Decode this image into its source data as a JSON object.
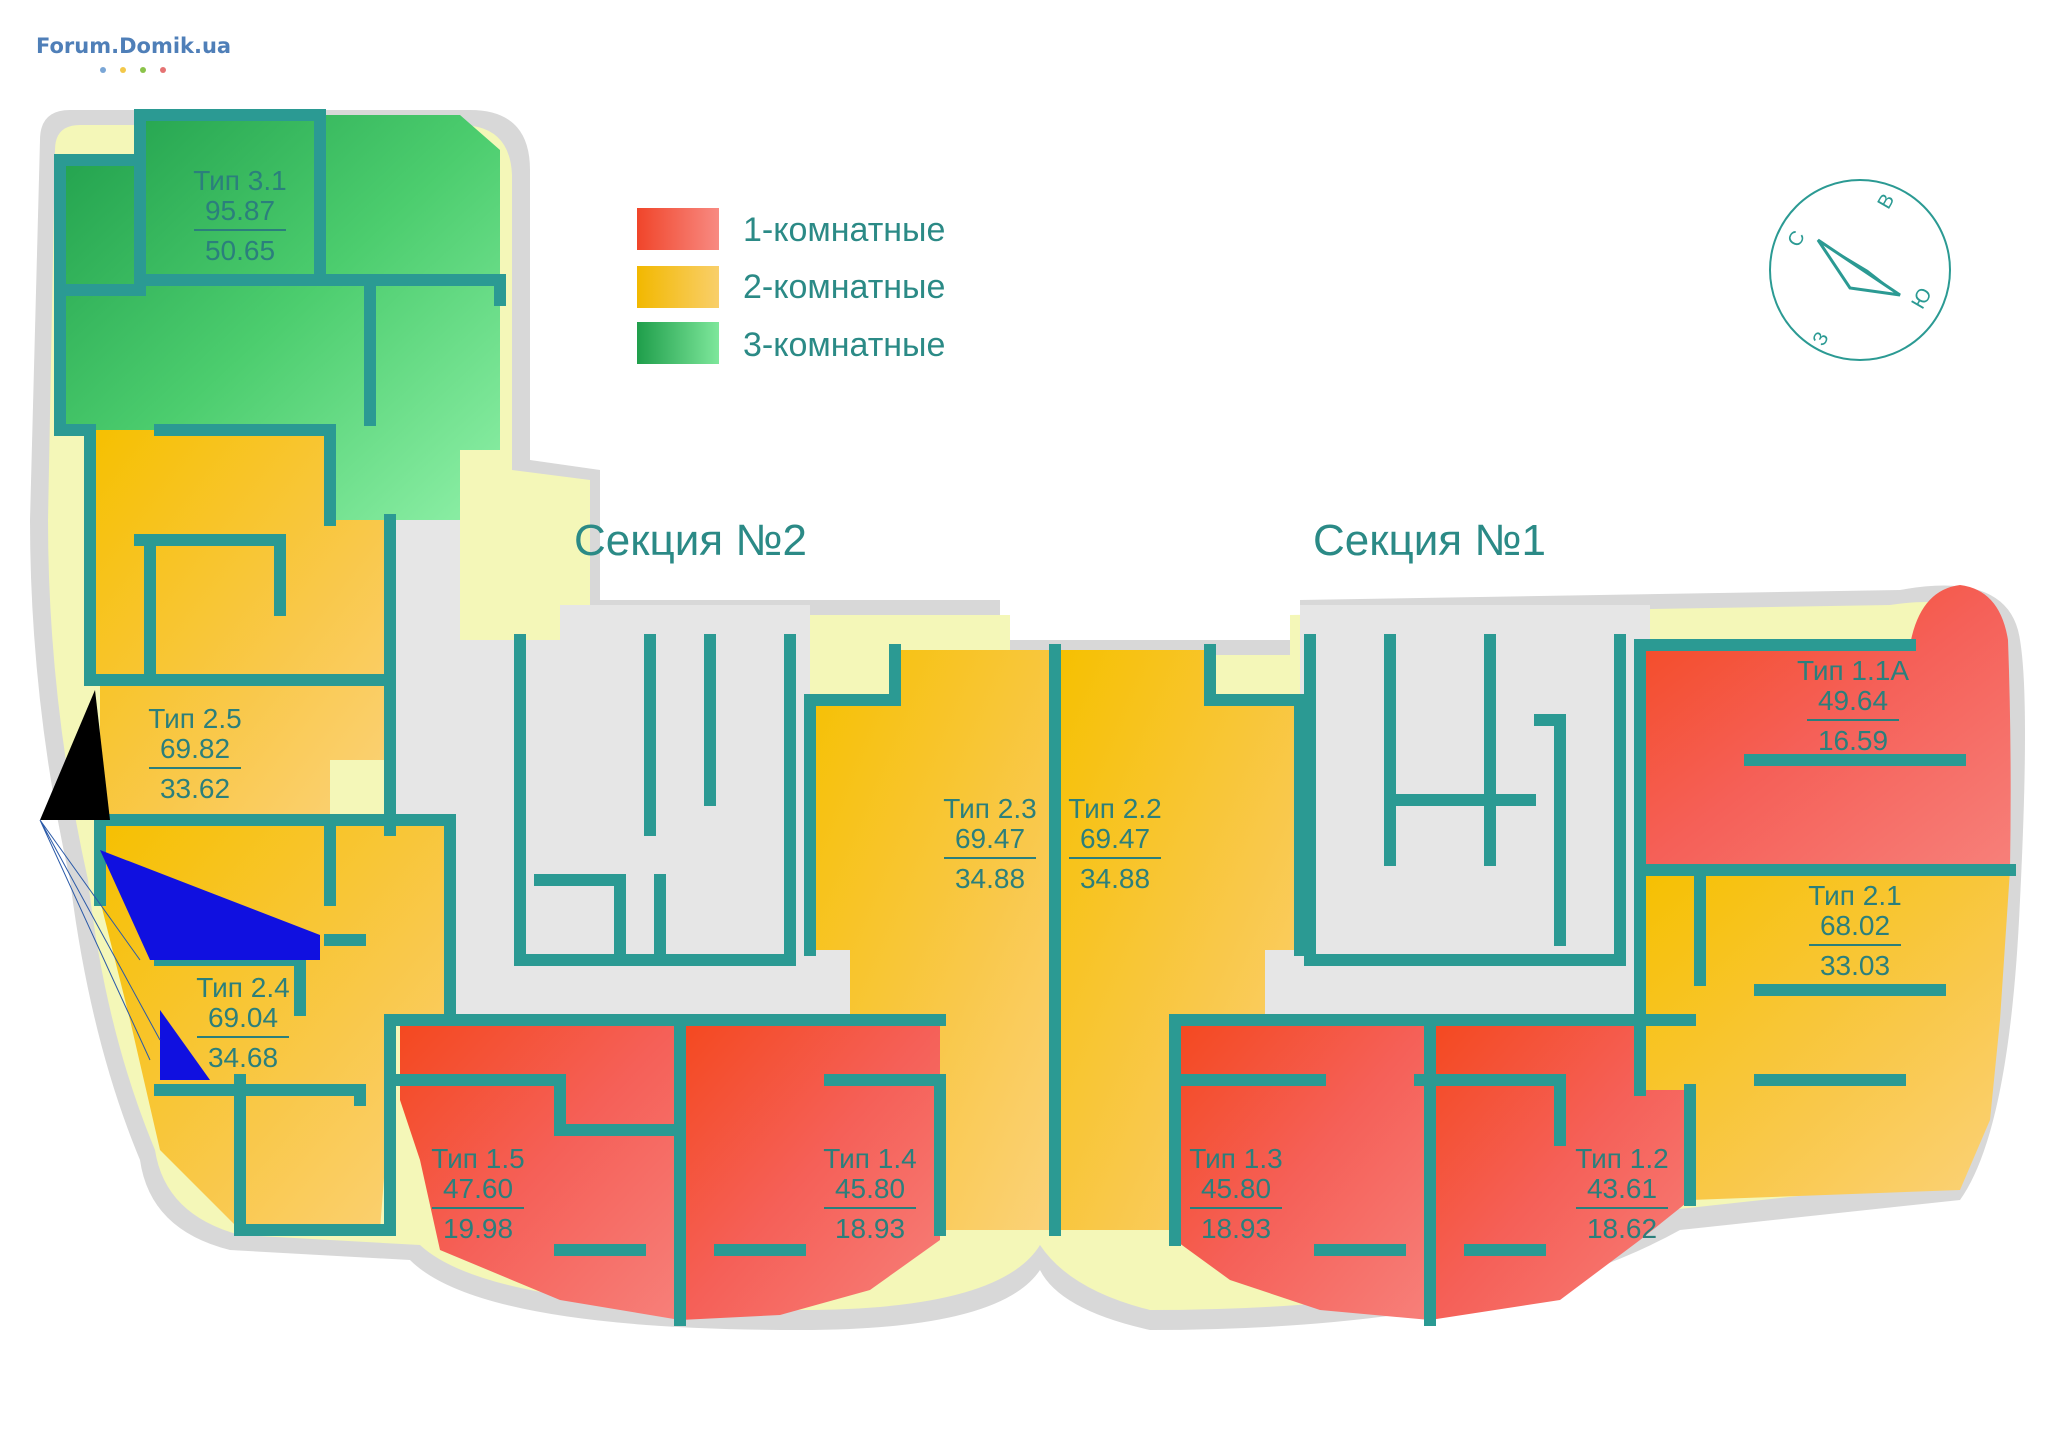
{
  "watermark": "Forum.Domik.ua",
  "legend": [
    {
      "label": "1-комнатные",
      "color": "#f4504a"
    },
    {
      "label": "2-комнатные",
      "color": "#f7c31c"
    },
    {
      "label": "3-комнатные",
      "color": "#3fbf62"
    }
  ],
  "sections": {
    "left": "Секция №2",
    "right": "Секция №1"
  },
  "compass": {
    "n": "С",
    "e": "В",
    "s": "Ю",
    "w": "З"
  },
  "apartments": [
    {
      "id": "t31",
      "type": "Тип 3.1",
      "total": "95.87",
      "living": "50.65"
    },
    {
      "id": "t25",
      "type": "Тип 2.5",
      "total": "69.82",
      "living": "33.62"
    },
    {
      "id": "t24",
      "type": "Тип 2.4",
      "total": "69.04",
      "living": "34.68"
    },
    {
      "id": "t23",
      "type": "Тип 2.3",
      "total": "69.47",
      "living": "34.88"
    },
    {
      "id": "t22",
      "type": "Тип 2.2",
      "total": "69.47",
      "living": "34.88"
    },
    {
      "id": "t11a",
      "type": "Тип 1.1А",
      "total": "49.64",
      "living": "16.59"
    },
    {
      "id": "t21",
      "type": "Тип 2.1",
      "total": "68.02",
      "living": "33.03"
    },
    {
      "id": "t15",
      "type": "Тип 1.5",
      "total": "47.60",
      "living": "19.98"
    },
    {
      "id": "t14",
      "type": "Тип 1.4",
      "total": "45.80",
      "living": "18.93"
    },
    {
      "id": "t13",
      "type": "Тип 1.3",
      "total": "45.80",
      "living": "18.93"
    },
    {
      "id": "t12",
      "type": "Тип 1.2",
      "total": "43.61",
      "living": "18.62"
    }
  ],
  "colors": {
    "wall": "#2b9a93",
    "corridor": "#e6e6e6",
    "halo": "#d9d9d9",
    "halo_inner": "#f4f7b8",
    "label": "#2b7f7c",
    "section_text": "#2b8a86"
  }
}
